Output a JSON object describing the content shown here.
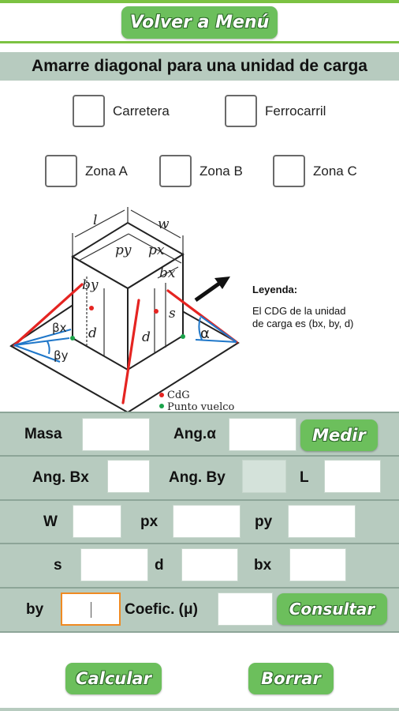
{
  "header": {
    "back_button_label": "Volver a Menú"
  },
  "page": {
    "title": "Amarre diagonal para una unidad de carga"
  },
  "transport_options": [
    {
      "label": "Carretera",
      "checked": false
    },
    {
      "label": "Ferrocarril",
      "checked": false
    }
  ],
  "zone_options": [
    {
      "label": "Zona A",
      "checked": false
    },
    {
      "label": "Zona B",
      "checked": false
    },
    {
      "label": "Zona C",
      "checked": false
    }
  ],
  "diagram": {
    "labels": {
      "l": "l",
      "w": "w",
      "py": "py",
      "px": "px",
      "by": "by",
      "bx": "bx",
      "d_left": "d",
      "d_right": "d",
      "s": "s",
      "beta_x": "βx",
      "beta_y": "βy",
      "alpha": "α"
    },
    "legend_title": "Leyenda:",
    "legend_line1": "El CDG de la unidad",
    "legend_line2": "de carga es (bx, by, d)",
    "key_cdg": "CdG",
    "key_tipping": "Punto vuelco",
    "colors": {
      "lashing": "#e52421",
      "angle": "#1f77c9",
      "cdg_dot": "#e52421",
      "tip_dot": "#1aa34a"
    }
  },
  "form": {
    "row1": {
      "masa_label": "Masa",
      "masa_value": "",
      "ang_alpha_label": "Ang.α",
      "ang_alpha_value": "",
      "medir_button": "Medir"
    },
    "row2": {
      "ang_bx_label": "Ang. Bx",
      "ang_bx_value": "",
      "ang_by_label": "Ang. By",
      "ang_by_value": "",
      "l_label": "L",
      "l_value": ""
    },
    "row3": {
      "w_label": "W",
      "w_value": "",
      "px_label": "px",
      "px_value": "",
      "py_label": "py",
      "py_value": ""
    },
    "row4": {
      "s_label": "s",
      "s_value": "",
      "d_label": "d",
      "d_value": "",
      "bx_label": "bx",
      "bx_value": ""
    },
    "row5": {
      "by_label": "by",
      "by_value": "",
      "coef_label": "Coefic. (μ)",
      "coef_value": "",
      "consultar_button": "Consultar"
    }
  },
  "footer": {
    "calcular_button": "Calcular",
    "borrar_button": "Borrar"
  },
  "colors": {
    "accent_green": "#7cc242",
    "button_green": "#6cbf5c",
    "panel": "#b7cbbf",
    "focus": "#ef8a22"
  }
}
